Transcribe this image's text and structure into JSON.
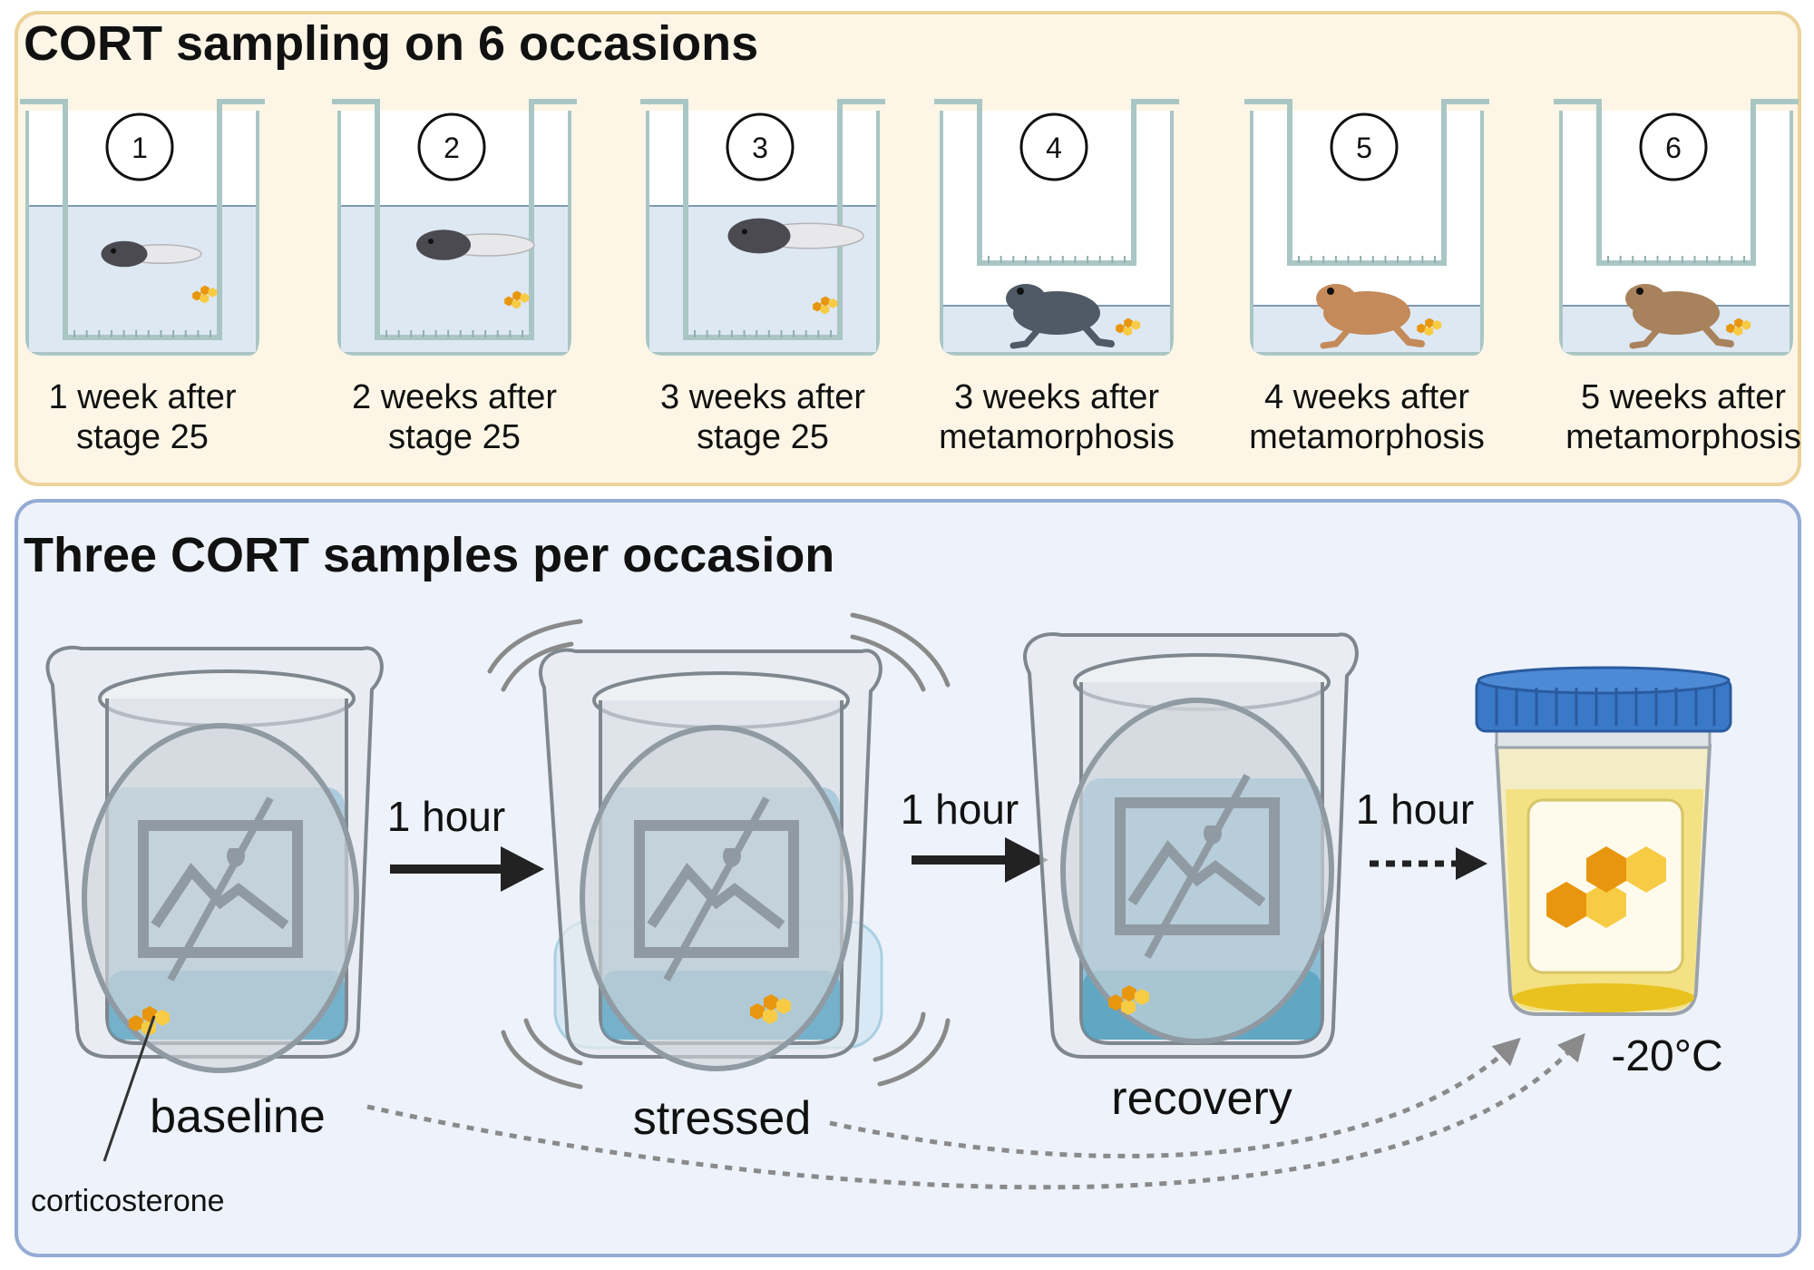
{
  "top_panel": {
    "title": "CORT sampling on 6 occasions",
    "occasions": [
      {
        "number": "1",
        "label_line1": "1 week after",
        "label_line2": "stage 25",
        "animal": "tadpole"
      },
      {
        "number": "2",
        "label_line1": "2 weeks after",
        "label_line2": "stage 25",
        "animal": "tadpole"
      },
      {
        "number": "3",
        "label_line1": "3 weeks after",
        "label_line2": "stage 25",
        "animal": "tadpole"
      },
      {
        "number": "4",
        "label_line1": "3 weeks after",
        "label_line2": "metamorphosis",
        "animal": "toadlet"
      },
      {
        "number": "5",
        "label_line1": "4 weeks after",
        "label_line2": "metamorphosis",
        "animal": "toadlet"
      },
      {
        "number": "6",
        "label_line1": "5 weeks after",
        "label_line2": "metamorphosis",
        "animal": "toadlet"
      }
    ]
  },
  "bottom_panel": {
    "title": "Three CORT samples per occasion",
    "steps": [
      {
        "label": "baseline"
      },
      {
        "label": "stressed"
      },
      {
        "label": "recovery"
      }
    ],
    "arrows": [
      "1 hour",
      "1 hour",
      "1 hour"
    ],
    "storage_label": "-20°C",
    "molecule_label": "corticosterone"
  },
  "colors": {
    "top_bg": "#fdf6e6",
    "top_border": "#ecd39a",
    "bottom_bg": "#edf2fb",
    "bottom_border": "#94abd4",
    "water": "#dde8f3",
    "tank_stroke": "#a9c6c4",
    "cap": "#3a78c8",
    "hex_dark": "#e8960d",
    "hex_light": "#f8cb45"
  }
}
